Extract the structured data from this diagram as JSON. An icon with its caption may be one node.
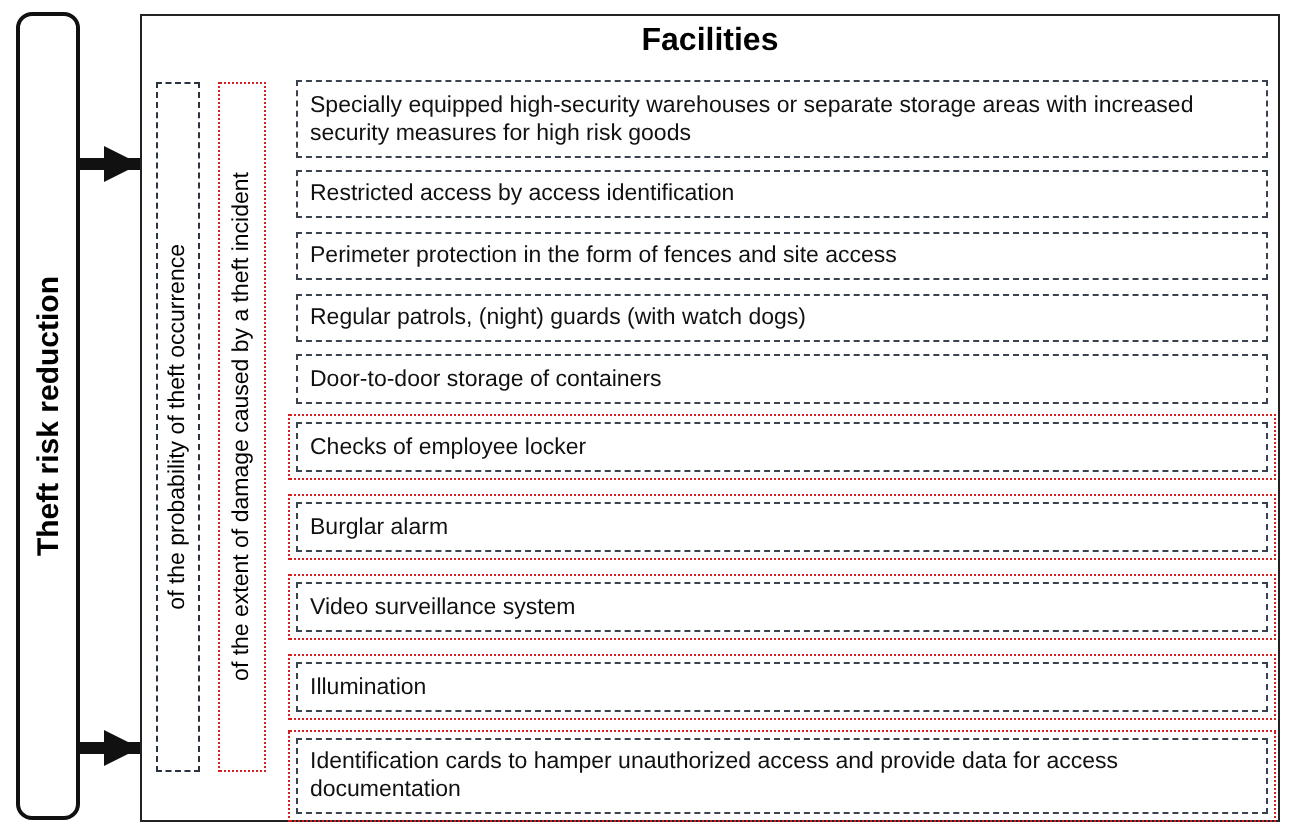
{
  "diagram": {
    "nodes": [
      {
        "text": [
          "Theft risk reduction"
        ]
      },
      {
        "text": [
          "Facilities"
        ]
      },
      {
        "text": [
          "of the probability of theft occurrence"
        ],
        "in": 1
      },
      {
        "text": [
          "of the extent of damage caused by a theft incident"
        ],
        "in": 1
      },
      {
        "text": [
          "Specially equipped high-security warehouses or separate storage areas with increased security measures for high risk goods"
        ],
        "in": 1
      },
      {
        "text": [
          "Restricted access by access identification"
        ],
        "in": 1
      },
      {
        "text": [
          "Perimeter protection in the form of fences and site access"
        ],
        "in": 1
      },
      {
        "text": [
          "Regular patrols, (night) guards (with watch dogs)"
        ],
        "in": 1
      },
      {
        "text": [
          "Door-to-door storage of containers"
        ],
        "in": 1
      },
      {
        "text": [
          "Checks of employee locker"
        ],
        "in": 1
      },
      {
        "text": [
          "Burglar alarm"
        ],
        "in": 1
      },
      {
        "text": [
          "Video surveillance system"
        ],
        "in": 1
      },
      {
        "text": [
          "Illumination"
        ],
        "in": 1
      },
      {
        "text": [
          "Identification cards to hamper unauthorized access and provide data for access documentation"
        ],
        "in": 1
      }
    ],
    "edges": [
      {
        "from": 0,
        "to": 1,
        "arrow": "to"
      },
      {
        "from": 0,
        "to": 1,
        "arrow": "to"
      }
    ]
  }
}
